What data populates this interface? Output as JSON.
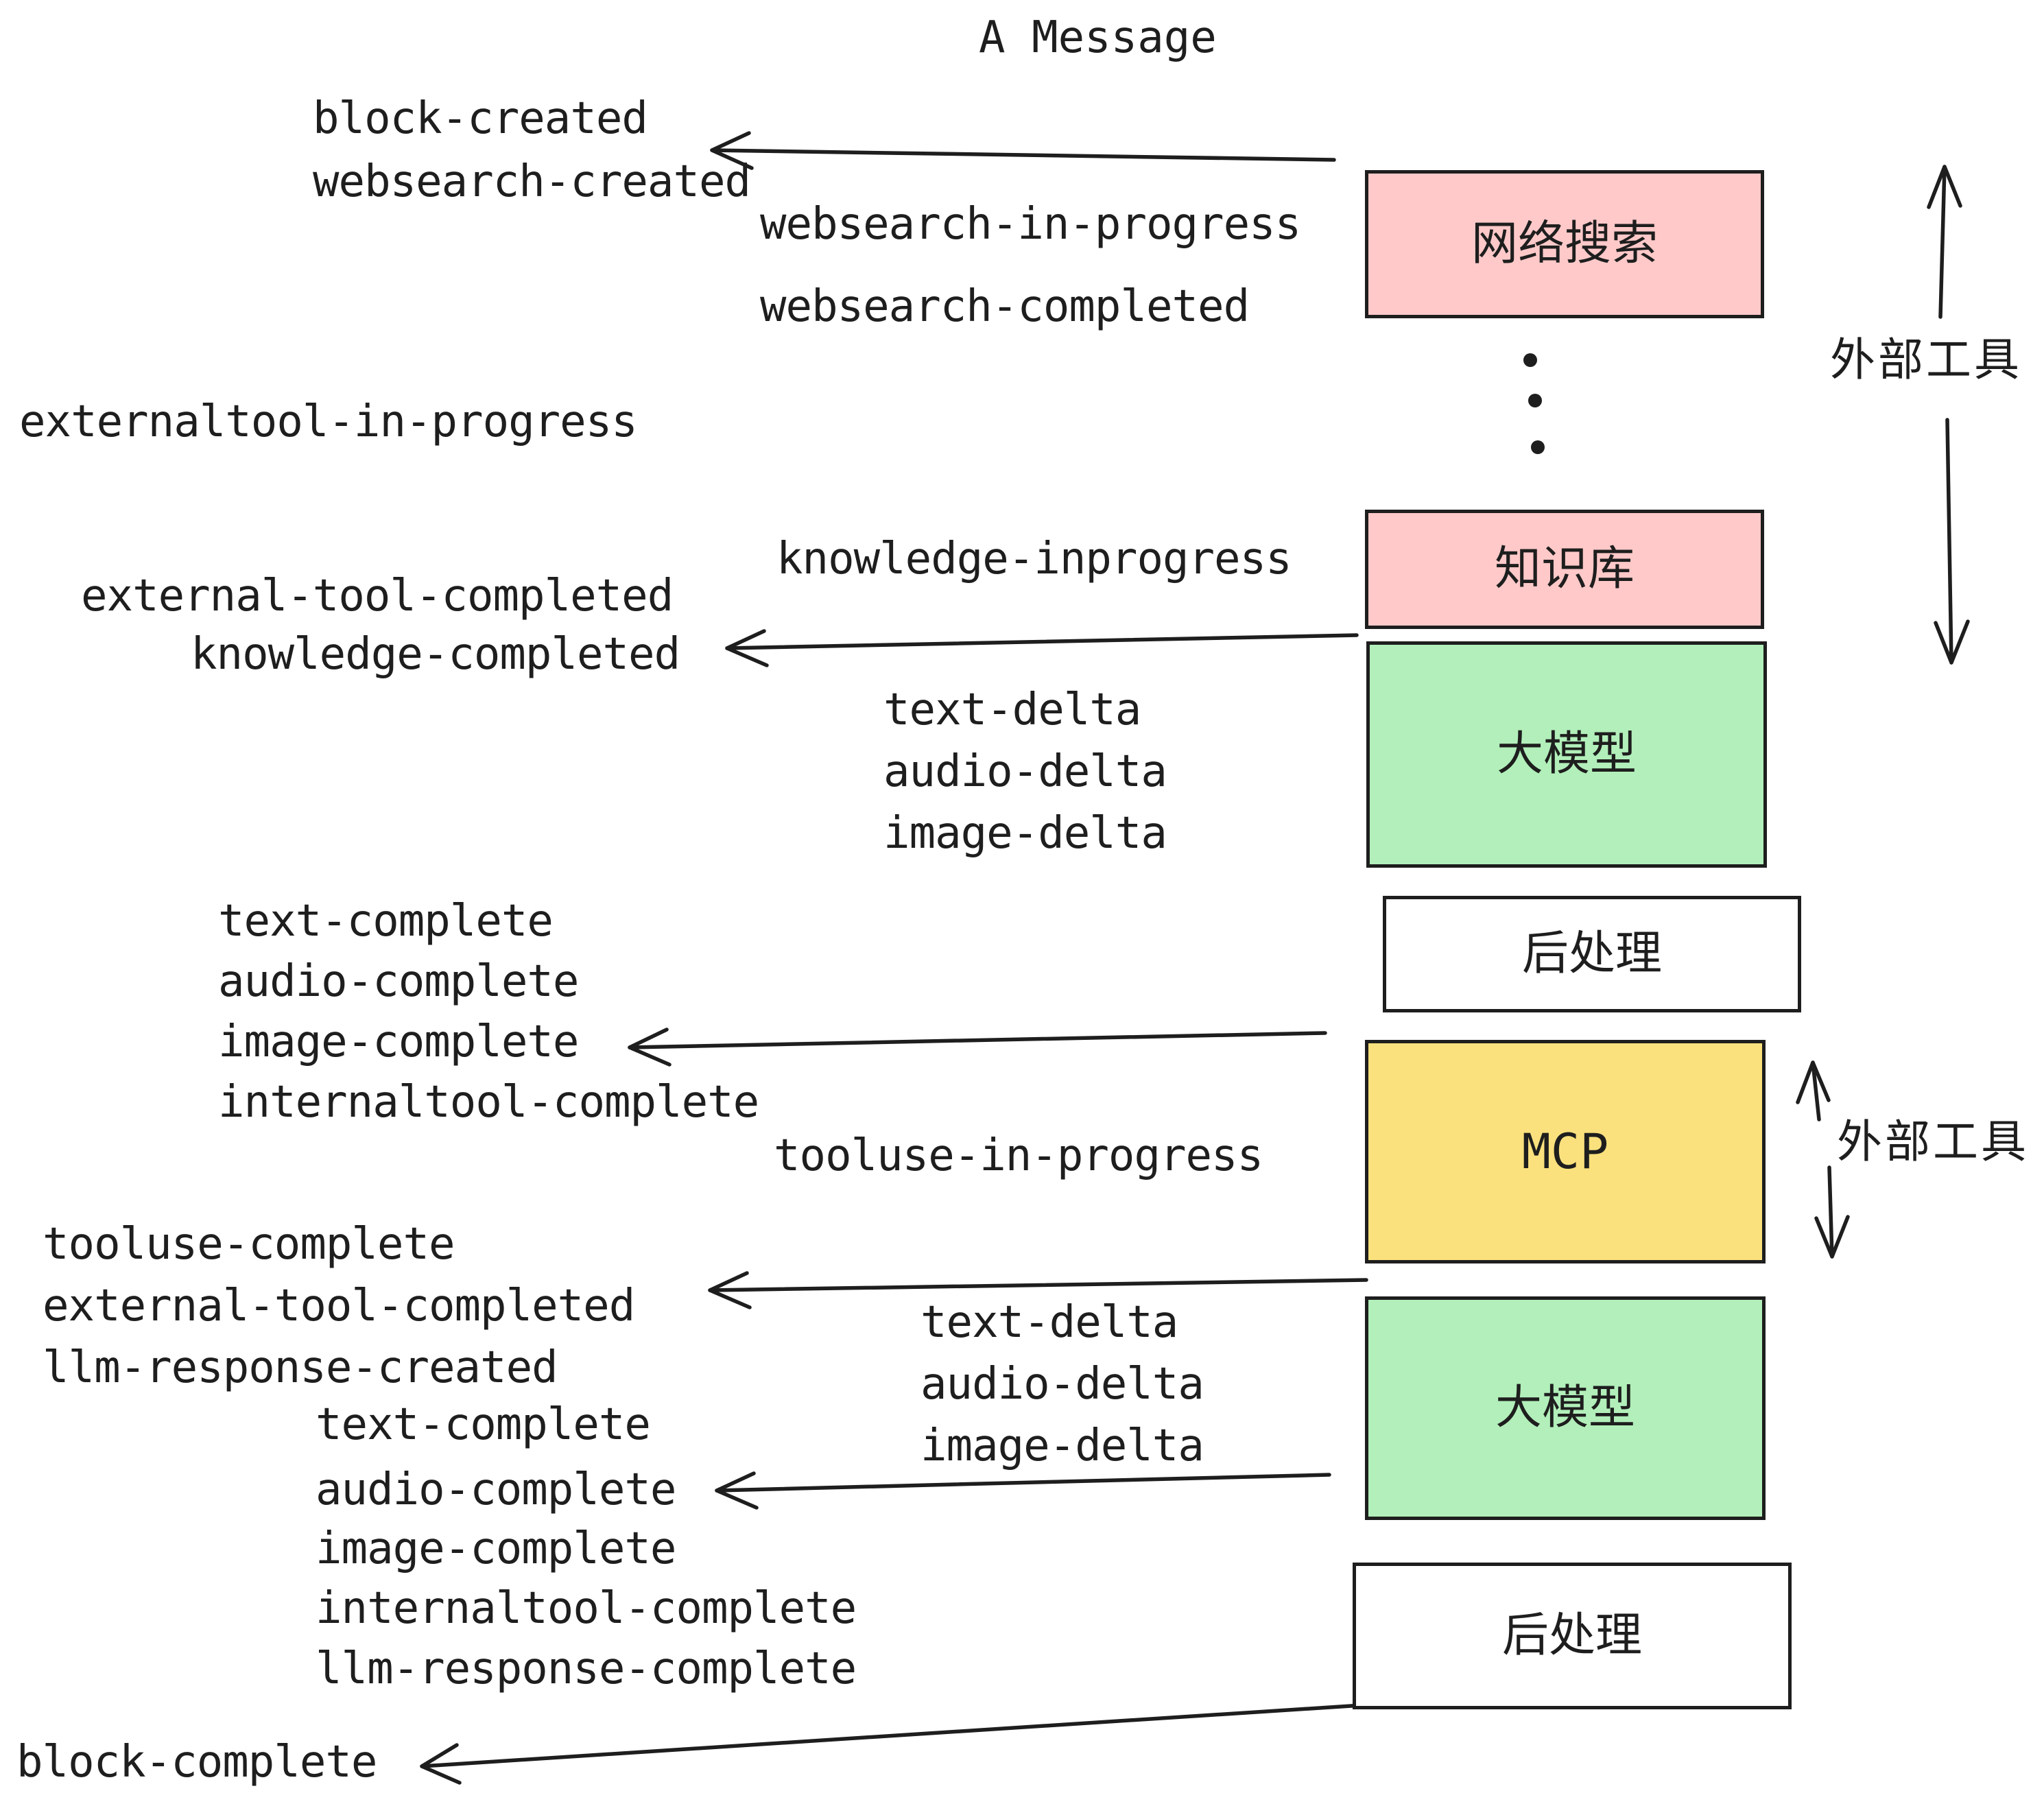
{
  "title": "A Message",
  "colors": {
    "ink": "#1e1e1e",
    "pink": "#FFC9C9",
    "green": "#B2EFBA",
    "yellow": "#FAE17D",
    "white": "#FFFFFF"
  },
  "boxes": [
    {
      "id": "websearch",
      "label": "网络搜索",
      "color": "#FFC9C9"
    },
    {
      "id": "knowledge",
      "label": "知识库",
      "color": "#FFC9C9"
    },
    {
      "id": "llm-1",
      "label": "大模型",
      "color": "#B2EFBA"
    },
    {
      "id": "post-1",
      "label": "后处理",
      "color": "#FFFFFF"
    },
    {
      "id": "mcp",
      "label": "MCP",
      "color": "#FAE17D"
    },
    {
      "id": "llm-2",
      "label": "大模型",
      "color": "#B2EFBA"
    },
    {
      "id": "post-2",
      "label": "后处理",
      "color": "#FFFFFF"
    }
  ],
  "side_labels": [
    {
      "text": "外部工具"
    },
    {
      "text": "外部工具"
    }
  ],
  "events": {
    "block_created": "block-created",
    "websearch_created": "websearch-created",
    "websearch_in_progress": "websearch-in-progress",
    "websearch_completed": "websearch-completed",
    "externaltool_in_progress": "externaltool-in-progress",
    "knowledge_inprogress": "knowledge-inprogress",
    "external_tool_completed_1": "external-tool-completed",
    "knowledge_completed": "knowledge-completed",
    "text_delta_1": "text-delta",
    "audio_delta_1": "audio-delta",
    "image_delta_1": "image-delta",
    "text_complete_1": "text-complete",
    "audio_complete_1": "audio-complete",
    "image_complete_1": "image-complete",
    "internaltool_complete_1": "internaltool-complete",
    "tooluse_in_progress": "tooluse-in-progress",
    "tooluse_complete": "tooluse-complete",
    "external_tool_completed_2": "external-tool-completed",
    "llm_response_created": "llm-response-created",
    "text_delta_2": "text-delta",
    "audio_delta_2": "audio-delta",
    "image_delta_2": "image-delta",
    "text_complete_2": "text-complete",
    "audio_complete_2": "audio-complete",
    "image_complete_2": "image-complete",
    "internaltool_complete_2": "internaltool-complete",
    "llm_response_complete": "llm-response-complete",
    "block_complete": "block-complete"
  },
  "connections": [
    {
      "from": "websearch-box-left",
      "to": "block-created / websearch-created"
    },
    {
      "from": "knowledge-box-bottom-left",
      "to": "external-tool-completed / knowledge-completed"
    },
    {
      "from": "gap post-1 / mcp",
      "to": "image-complete"
    },
    {
      "from": "gap mcp / llm-2",
      "to": "external-tool-completed"
    },
    {
      "from": "llm-2-box-left",
      "to": "audio-complete"
    },
    {
      "from": "post-2-box-bottom-left",
      "to": "block-complete"
    }
  ],
  "ellipsis_dot_count": 3
}
